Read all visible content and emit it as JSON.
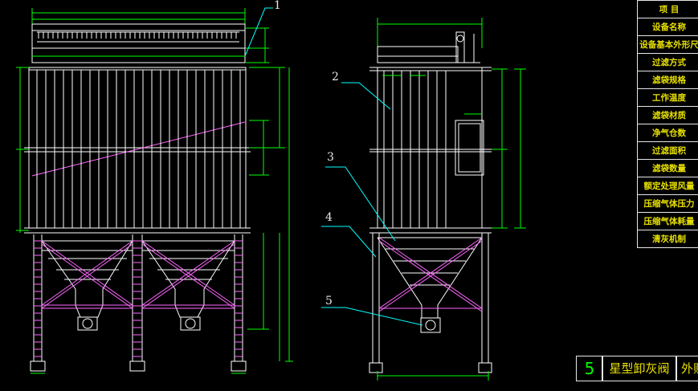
{
  "callouts": {
    "c1": "1",
    "c2": "2",
    "c3": "3",
    "c4": "4",
    "c5": "5"
  },
  "spec_table": {
    "rows": [
      "项 目",
      "设备名称",
      "设备基本外形尺",
      "过滤方式",
      "滤袋规格",
      "工作温度",
      "滤袋材质",
      "净气仓数",
      "过滤面积",
      "滤袋数量",
      "额定处理风量",
      "压缩气体压力",
      "压缩气体耗量",
      "清灰机制"
    ]
  },
  "title_block": {
    "number": "5",
    "name": "星型卸灰阀",
    "extra": "外购"
  },
  "colors": {
    "background": "#000000",
    "outline": "#ffffff",
    "hopper_brace": "#ff66ff",
    "dimension": "#00ff00",
    "table_text": "#e8e000",
    "leader": "#00ffff"
  }
}
